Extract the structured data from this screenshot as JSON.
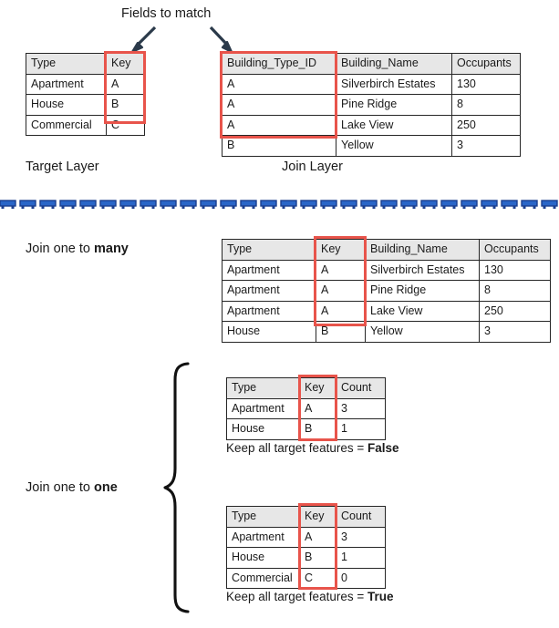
{
  "diagram": {
    "heading": "Fields to match",
    "target_layer_label": "Target Layer",
    "join_layer_label": "Join Layer",
    "join_many_label_prefix": "Join one to ",
    "join_many_label_emphasis": "many",
    "join_one_label_prefix": "Join one to ",
    "join_one_label_emphasis": "one",
    "keep_false_prefix": "Keep all target features = ",
    "keep_false_emphasis": "False",
    "keep_true_prefix": "Keep all target features = ",
    "keep_true_emphasis": "True",
    "colors": {
      "highlight": "#e8544b",
      "header_fill": "#e7e7e7",
      "border": "#262626",
      "arrow": "#2b3a4a",
      "divider_blue": "#2a66c8",
      "divider_blue_dark": "#1b3f8f"
    },
    "icons": {
      "arrow_left": "arrow-down-left-icon",
      "arrow_right": "arrow-down-right-icon",
      "brace": "curly-brace-icon",
      "divider": "dashed-divider-icon"
    }
  },
  "target_table": {
    "headers": [
      "Type",
      "Key"
    ],
    "rows": [
      [
        "Apartment",
        "A"
      ],
      [
        "House",
        "B"
      ],
      [
        "Commercial",
        "C"
      ]
    ]
  },
  "join_table": {
    "headers": [
      "Building_Type_ID",
      "Building_Name",
      "Occupants"
    ],
    "rows": [
      [
        "A",
        "Silverbirch Estates",
        "130"
      ],
      [
        "A",
        "Pine Ridge",
        "8"
      ],
      [
        "A",
        "Lake View",
        "250"
      ],
      [
        "B",
        "Yellow",
        "3"
      ]
    ]
  },
  "one_to_many_table": {
    "headers": [
      "Type",
      "Key",
      "Building_Name",
      "Occupants"
    ],
    "rows": [
      [
        "Apartment",
        "A",
        "Silverbirch Estates",
        "130"
      ],
      [
        "Apartment",
        "A",
        "Pine Ridge",
        "8"
      ],
      [
        "Apartment",
        "A",
        "Lake View",
        "250"
      ],
      [
        "House",
        "B",
        "Yellow",
        "3"
      ]
    ]
  },
  "one_to_one_false_table": {
    "headers": [
      "Type",
      "Key",
      "Count"
    ],
    "rows": [
      [
        "Apartment",
        "A",
        "3"
      ],
      [
        "House",
        "B",
        "1"
      ]
    ]
  },
  "one_to_one_true_table": {
    "headers": [
      "Type",
      "Key",
      "Count"
    ],
    "rows": [
      [
        "Apartment",
        "A",
        "3"
      ],
      [
        "House",
        "B",
        "1"
      ],
      [
        "Commercial",
        "C",
        "0"
      ]
    ]
  }
}
